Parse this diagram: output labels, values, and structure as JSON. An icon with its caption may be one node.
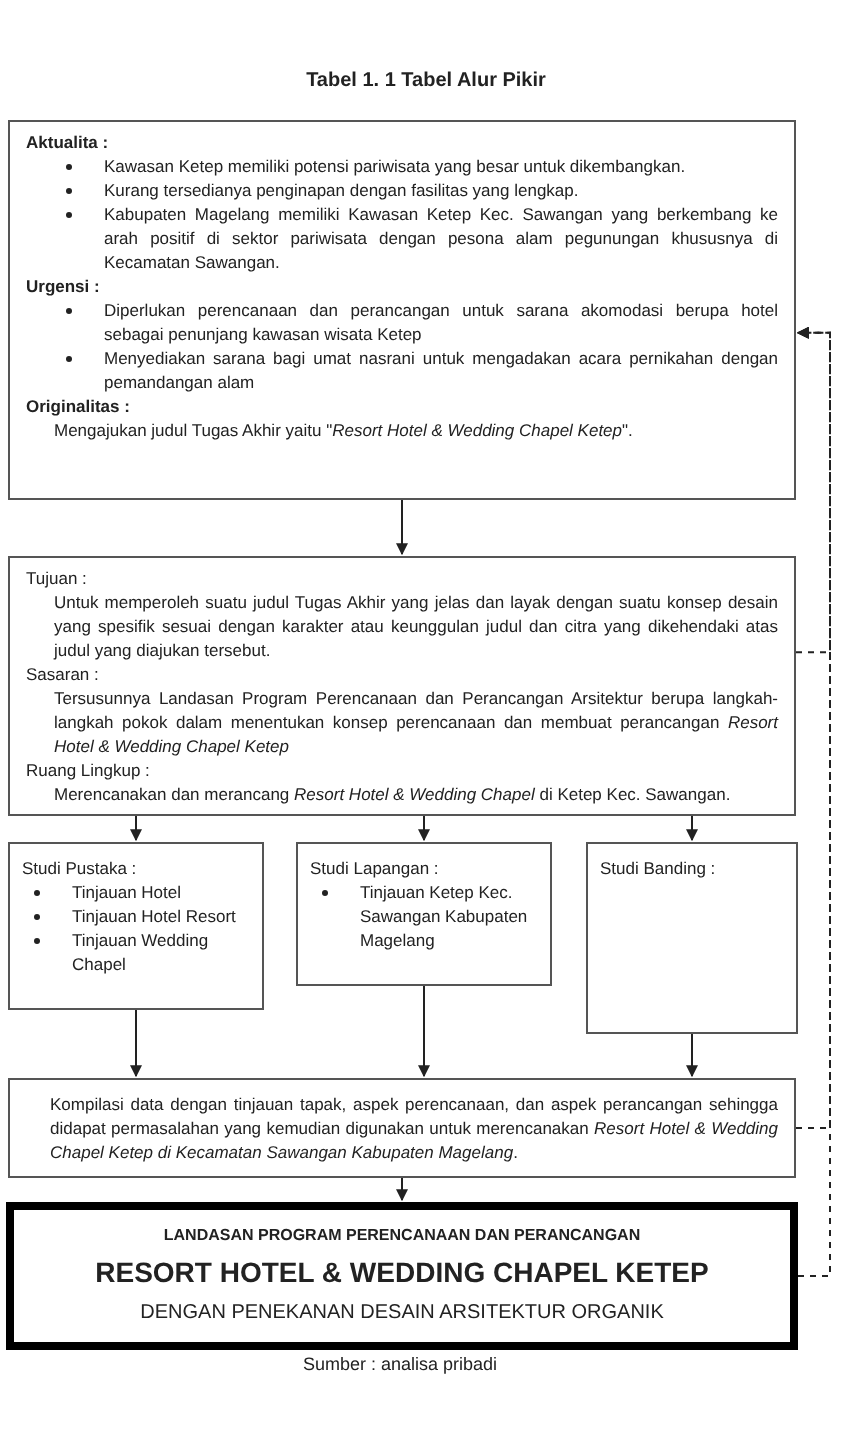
{
  "diagram": {
    "title": "Tabel 1. 1 Tabel Alur Pikir",
    "caption": "Sumber : analisa pribadi",
    "nodes": [
      {
        "text": [
          "Aktualita :",
          "Kawasan Ketep memiliki potensi pariwisata yang besar untuk dikembangkan.",
          "Kurang tersedianya penginapan dengan fasilitas yang lengkap.",
          "Kabupaten Magelang memiliki Kawasan Ketep Kec. Sawangan yang berkembang ke arah positif di sektor pariwisata dengan pesona alam pegunungan khususnya di Kecamatan Sawangan.",
          "Urgensi :",
          "Diperlukan perencanaan dan perancangan untuk sarana akomodasi berupa hotel sebagai penunjang kawasan wisata Ketep",
          "Menyediakan sarana bagi umat nasrani untuk mengadakan acara pernikahan dengan pemandangan alam",
          "Originalitas :",
          "Mengajukan judul Tugas Akhir yaitu \"*Resort Hotel & Wedding Chapel Ketep*\"."
        ]
      },
      {
        "text": [
          "Tujuan :",
          "Untuk memperoleh suatu judul Tugas Akhir yang jelas dan layak dengan suatu konsep desain yang spesifik sesuai dengan karakter atau keunggulan judul dan citra yang dikehendaki atas judul yang diajukan tersebut.",
          "Sasaran :",
          "Tersusunnya Landasan Program Perencanaan dan Perancangan Arsitektur berupa langkah-langkah pokok dalam menentukan konsep perencanaan dan membuat perancangan *Resort Hotel & Wedding Chapel Ketep*",
          "Ruang Lingkup :",
          "Merencanakan dan merancang *Resort Hotel & Wedding Chapel* di Ketep Kec. Sawangan."
        ]
      },
      {
        "text": [
          "Studi Pustaka :",
          "Tinjauan Hotel",
          "Tinjauan Hotel Resort",
          "Tinjauan Wedding Chapel"
        ]
      },
      {
        "text": [
          "Studi Lapangan :",
          "Tinjauan Ketep Kec. Sawangan Kabupaten Magelang"
        ]
      },
      {
        "text": [
          "Studi Banding :"
        ]
      },
      {
        "text": [
          "Kompilasi data dengan tinjauan tapak, aspek perencanaan, dan aspek perancangan sehingga didapat permasalahan yang kemudian digunakan untuk merencanakan *Resort Hotel & Wedding Chapel Ketep di Kecamatan Sawangan Kabupaten Magelang*."
        ]
      },
      {
        "text": [
          "LANDASAN PROGRAM PERENCANAAN DAN PERANCANGAN",
          "RESORT HOTEL & WEDDING CHAPEL KETEP",
          "DENGAN PENEKANAN DESAIN ARSITEKTUR ORGANIK"
        ]
      }
    ],
    "edges": [
      {
        "from": 0,
        "to": 1,
        "arrow": "to"
      },
      {
        "from": 1,
        "to": 2,
        "arrow": "to"
      },
      {
        "from": 1,
        "to": 3,
        "arrow": "to"
      },
      {
        "from": 1,
        "to": 4,
        "arrow": "to"
      },
      {
        "from": 2,
        "to": 5,
        "arrow": "to"
      },
      {
        "from": 3,
        "to": 5,
        "arrow": "to"
      },
      {
        "from": 4,
        "to": 5,
        "arrow": "to"
      },
      {
        "from": 5,
        "to": 6,
        "arrow": "to"
      },
      {
        "from": 1,
        "to": 0,
        "arrow": "to",
        "style": "dashed"
      },
      {
        "from": 5,
        "to": 0,
        "arrow": "to",
        "style": "dashed"
      },
      {
        "from": 6,
        "to": 0,
        "arrow": "to",
        "style": "dashed"
      }
    ]
  }
}
